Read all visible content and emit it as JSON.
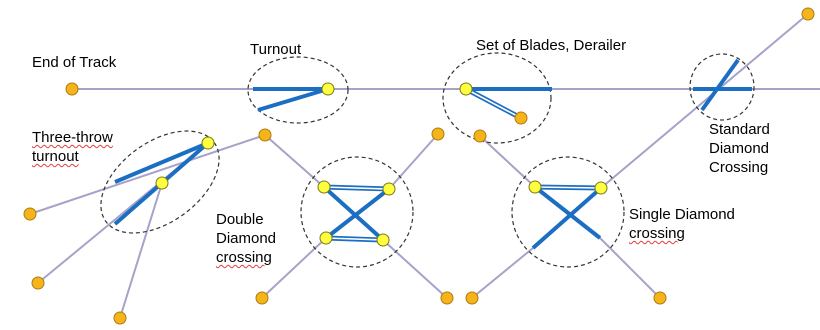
{
  "colors": {
    "track": "#a7a2c8",
    "blade": "#1b6ec2",
    "node_fill": "#f4b41a",
    "node_stroke": "#b07a10",
    "switch_node_fill": "#ffff40",
    "switch_node_stroke": "#7a7a18",
    "outline": "#333333"
  },
  "labels": {
    "end_of_track": "End of Track",
    "turnout": "Turnout",
    "set_of_blades": "Set of Blades, Derailer",
    "three_throw": [
      "Three-throw",
      "turnout"
    ],
    "double_diamond": [
      "Double",
      "Diamond",
      "crossing"
    ],
    "single_diamond": [
      "Single Diamond",
      "crossing"
    ],
    "standard_diamond": [
      "Standard",
      "Diamond",
      "Crossing"
    ]
  }
}
